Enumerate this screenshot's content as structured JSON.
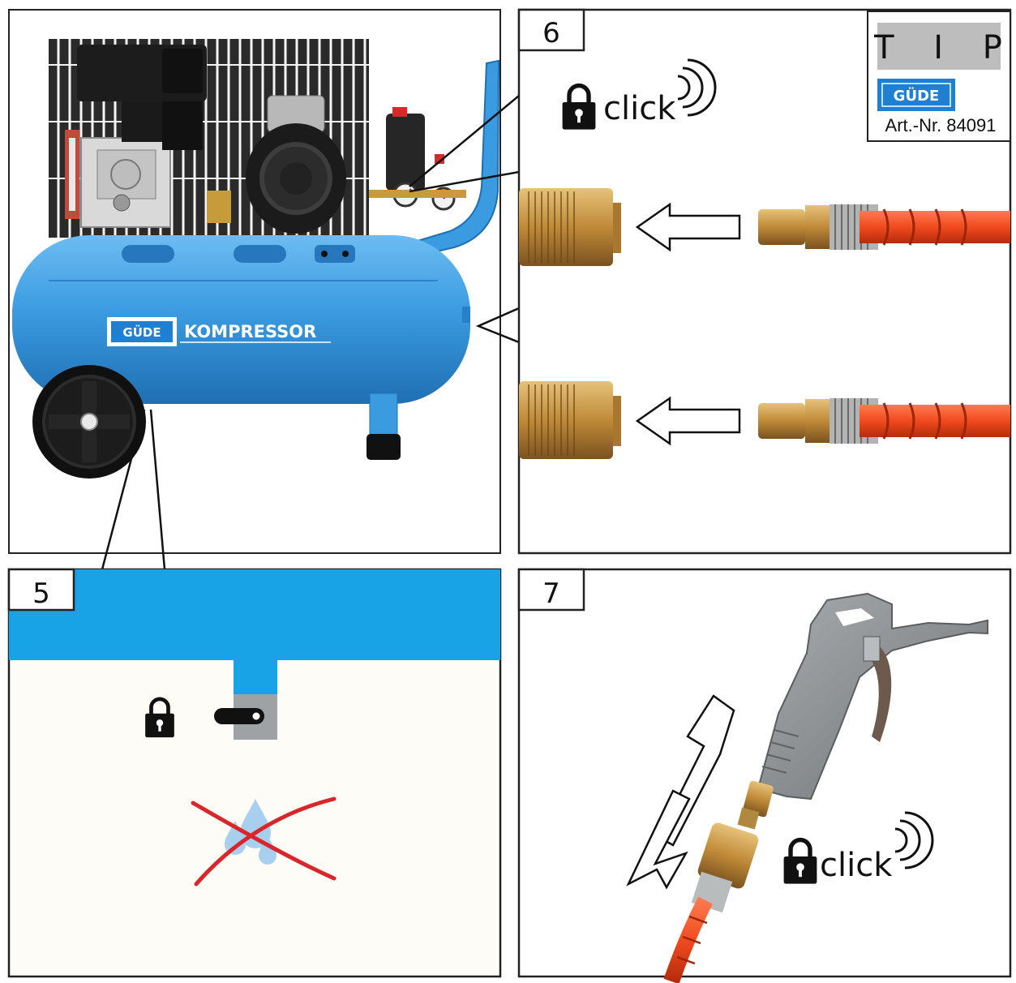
{
  "panels": {
    "p5": {
      "label": "5"
    },
    "p6": {
      "label": "6"
    },
    "p7": {
      "label": "7"
    }
  },
  "compressor": {
    "brand": "GÜDE",
    "product_label": "KOMPRESSOR"
  },
  "tip_box": {
    "title": "T I P",
    "brand": "GÜDE",
    "article": "Art.-Nr. 84091"
  },
  "click_labels": {
    "panel6": "click",
    "panel7": "click"
  },
  "colors": {
    "tank_blue": "#3b9be0",
    "panel5_blue": "#17a3e6",
    "hose_orange": "#f04a1e",
    "brass": "#c89a4a",
    "cross_red": "#d9262a",
    "tip_gray": "#bdbdbd",
    "brand_blue": "#1f7fd0"
  }
}
